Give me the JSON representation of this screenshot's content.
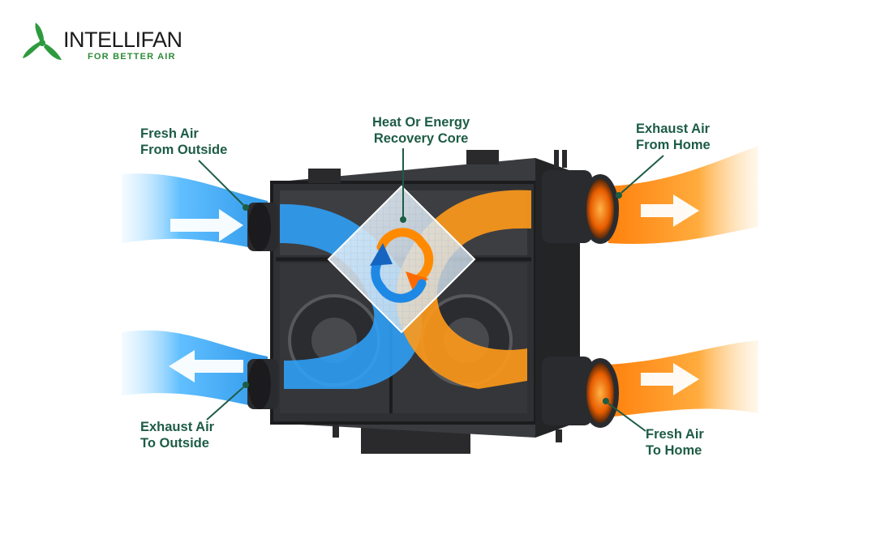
{
  "brand": {
    "name": "INTELLIFAN",
    "tagline": "FOR BETTER AIR",
    "icon": "fan-icon",
    "color": "#2e8b3a"
  },
  "labels": {
    "fresh_in": [
      "Fresh Air",
      "From Outside"
    ],
    "core": [
      "Heat Or Energy",
      "Recovery Core"
    ],
    "exhaust_in": [
      "Exhaust Air",
      "From Home"
    ],
    "exhaust_out": [
      "Exhaust Air",
      "To Outside"
    ],
    "fresh_out": [
      "Fresh Air",
      "To Home"
    ]
  },
  "colors": {
    "cold": "#2aa2f0",
    "warm": "#ff9a1c",
    "label": "#1d5c45",
    "unit": "#2c2c2e"
  }
}
